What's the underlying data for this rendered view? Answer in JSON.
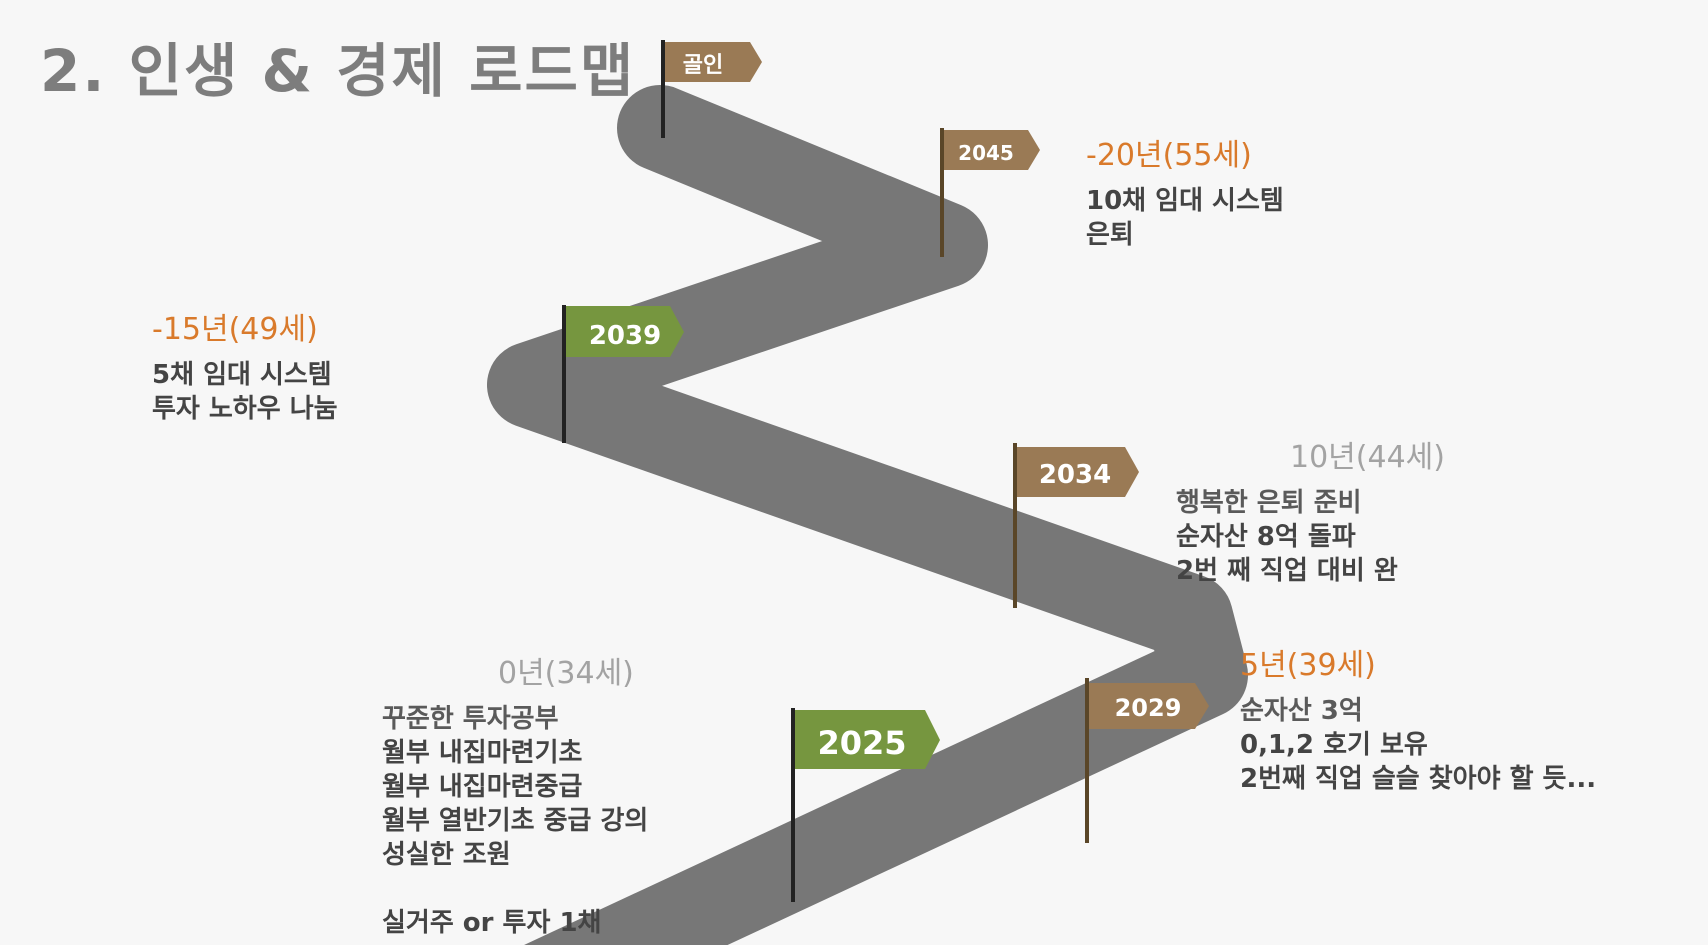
{
  "title": "2. 인생 & 경제 로드맵",
  "flags": [
    {
      "label": "골인",
      "color": "#9a7a55"
    },
    {
      "label": "2045",
      "color": "#9a7a55"
    },
    {
      "label": "2039",
      "color": "#76963f"
    },
    {
      "label": "2034",
      "color": "#9a7a55"
    },
    {
      "label": "2029",
      "color": "#9a7a55"
    },
    {
      "label": "2025",
      "color": "#76963f"
    }
  ],
  "milestones": {
    "y20": {
      "period": "-20년(55세)",
      "lines": [
        "10채 임대 시스템",
        "은퇴"
      ]
    },
    "y15": {
      "period": "-15년(49세)",
      "lines": [
        "5채 임대 시스템",
        "투자 노하우 나눔"
      ]
    },
    "y10": {
      "period": "10년(44세)",
      "lines": [
        "행복한 은퇴 준비",
        "순자산 8억 돌파",
        "2번 째 직업 대비 완"
      ]
    },
    "y5": {
      "period": "5년(39세)",
      "lines": [
        "순자산 3억",
        "0,1,2 호기 보유",
        "2번째 직업 슬슬 찾아야 할 듯..."
      ]
    },
    "y0": {
      "period": "0년(34세)",
      "lines": [
        "꾸준한 투자공부",
        "월부 내집마련기초",
        "월부 내집마련중급",
        "월부 열반기초 중급 강의",
        "성실한 조원",
        "",
        "실거주 or 투자 1채"
      ]
    }
  },
  "colors": {
    "road": "#777777",
    "orange": "#d97a2b",
    "gray_text": "#a3a3a3"
  }
}
